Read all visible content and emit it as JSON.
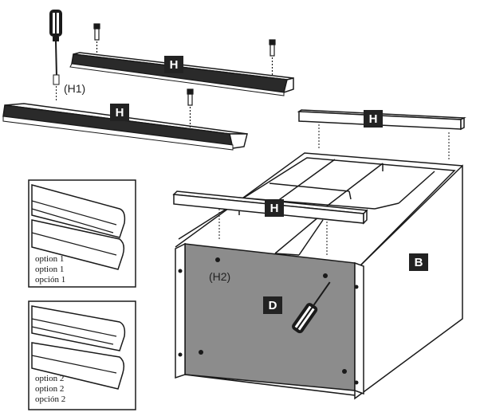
{
  "labels": {
    "h": "H",
    "b": "B",
    "d": "D",
    "h1": "(H1)",
    "h2": "(H2)"
  },
  "options": [
    {
      "lines": [
        "option 1",
        "option 1",
        "opción 1"
      ]
    },
    {
      "lines": [
        "option 2",
        "option 2",
        "opción 2"
      ]
    }
  ],
  "colors": {
    "label_bg": "#222222",
    "panel_gray": "#8c8c8c",
    "line": "#1a1a1a",
    "board_gray": "#d9d9d9"
  },
  "icons": [
    "screwdriver-icon",
    "dowel-pin-icon"
  ]
}
